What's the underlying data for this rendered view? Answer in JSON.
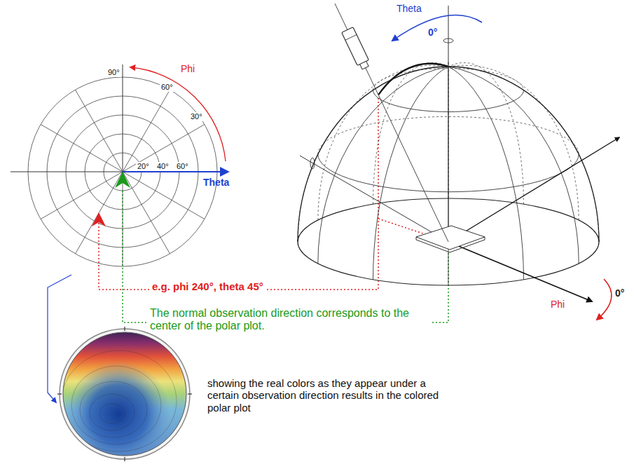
{
  "diagram": {
    "labels": [
      "Theta",
      "0°",
      "Phi",
      "90°",
      "60°",
      "30°",
      "20°",
      "40°",
      "60°",
      "Theta",
      "0°",
      "e.g. phi 240°, theta 45°",
      "Phi",
      "The normal observation direction corresponds to the center of the polar plot.",
      "showing the real colors as they appear under a certain observation direction results in the colored polar plot"
    ]
  }
}
